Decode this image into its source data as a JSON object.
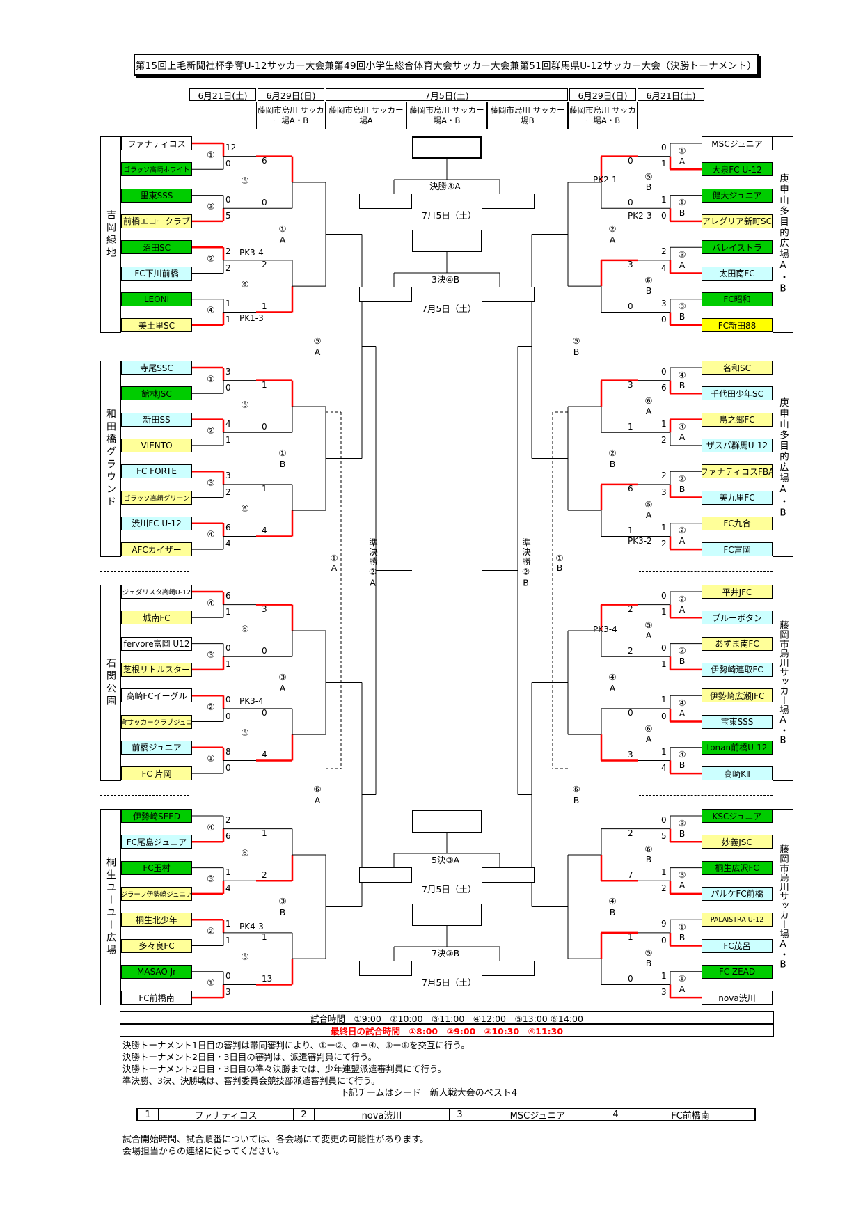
{
  "title": "第15回上毛新聞社杯争奪U-12サッカー大会兼第49回小学生総合体育大会サッカー大会兼第51回群馬県U-12サッカー大会（決勝トーナメント）",
  "dates": {
    "d1l": "6月21日(土)",
    "d2l": "6月29日(日)",
    "d3": "7月5日(土)",
    "d2r": "6月29日(日)",
    "d1r": "6月21日(土)"
  },
  "venues_header": [
    "藤岡市烏川 サッカー場A・B",
    "藤岡市烏川 サッカー場A",
    "藤岡市烏川 サッカー場A・B",
    "藤岡市烏川 サッカー場B",
    "藤岡市烏川 サッカー場A・B"
  ],
  "venue_groups_left": [
    "吉岡緑地",
    "和田橋グラウンド",
    "石関公園",
    "桐生ユーユー広場"
  ],
  "venue_groups_right": [
    "庚申山多目的広場A・B",
    "庚申山多目的広場A・B",
    "藤岡市烏川サッカー場A・B",
    "藤岡市烏川サッカー場A・B"
  ],
  "teams_left": [
    [
      "ファナティコス",
      "ゴラッソ高崎ホワイト",
      "里東SSS",
      "前橋エコークラブ",
      "沼田SC",
      "FC下川前橋",
      "LEONI",
      "美土里SC"
    ],
    [
      "寺尾SSC",
      "館林JSC",
      "新田SS",
      "VIENTO",
      "FC FORTE",
      "ゴラッソ高崎グリーン",
      "渋川FC U-12",
      "AFCカイザー"
    ],
    [
      "ジェダリスタ高崎U-12",
      "城南FC",
      "fervore富岡 U12",
      "芝根リトルスター",
      "高崎FCイーグル",
      "板倉サッカークラブジュニア",
      "前橋ジュニア",
      "FC 片岡"
    ],
    [
      "伊勢崎SEED",
      "FC尾島ジュニア",
      "FC玉村",
      "ジラーフ伊勢崎ジュニア",
      "桐生北少年",
      "多々良FC",
      "MASAO Jr",
      "FC前橋南"
    ]
  ],
  "teams_right": [
    [
      "MSCジュニア",
      "大泉FC U-12",
      "健大ジュニア",
      "アレグリア新町SC",
      "バレイストラ",
      "太田南FC",
      "FC昭和",
      "FC新田88"
    ],
    [
      "名和SC",
      "千代田少年SC",
      "鳥之郷FC",
      "ザスパ群馬U-12",
      "ファナティコスFBA",
      "美九里FC",
      "FC九合",
      "FC富岡"
    ],
    [
      "平井JFC",
      "ブルーボタン",
      "あずま南FC",
      "伊勢崎連取FC",
      "伊勢崎広瀬JFC",
      "宝東SSS",
      "tonan前橋U-12",
      "高崎KⅡ"
    ],
    [
      "KSCジュニア",
      "妙義JSC",
      "桐生広沢FC",
      "パルケFC前橋",
      "PALAISTRA U-12",
      "FC茂呂",
      "FC ZEAD",
      "nova渋川"
    ]
  ],
  "scores_left": [
    {
      "r1": [
        "12",
        "0",
        "0",
        "5",
        "2",
        "2",
        "1",
        "1"
      ],
      "r2": [
        "6",
        "0",
        "2",
        "1"
      ],
      "r3": [
        "",
        ""
      ]
    },
    {
      "r1": [
        "3",
        "0",
        "4",
        "1",
        "3",
        "2",
        "6",
        "4"
      ],
      "r2": [
        "1",
        "0",
        "1",
        "4"
      ],
      "r3": [
        "",
        ""
      ]
    },
    {
      "r1": [
        "6",
        "1",
        "0",
        "1",
        "0",
        "0",
        "8",
        "0"
      ],
      "r2": [
        "3",
        "0",
        "0",
        "4"
      ],
      "r3": [
        "",
        ""
      ]
    },
    {
      "r1": [
        "2",
        "6",
        "1",
        "4",
        "1",
        "1",
        "0",
        "3"
      ],
      "r2": [
        "1",
        "2",
        "1",
        "13"
      ],
      "r3": [
        "",
        ""
      ]
    }
  ],
  "scores_right": [
    {
      "r1": [
        "0",
        "1",
        "1",
        "0",
        "2",
        "4",
        "3",
        "0"
      ],
      "r2": [
        "0",
        "0",
        "3",
        "0"
      ]
    },
    {
      "r1": [
        "0",
        "6",
        "1",
        "2",
        "2",
        "3",
        "1",
        "2"
      ],
      "r2": [
        "3",
        "1",
        "6",
        "1"
      ]
    },
    {
      "r1": [
        "0",
        "1",
        "0",
        "1",
        "1",
        "0",
        "1",
        "4"
      ],
      "r2": [
        "2",
        "2",
        "0",
        "3"
      ]
    },
    {
      "r1": [
        "0",
        "5",
        "1",
        "2",
        "9",
        "0",
        "1",
        "3"
      ],
      "r2": [
        "2",
        "7",
        "1",
        "0"
      ]
    }
  ],
  "pk_notes": {
    "l1": "PK3-4",
    "l2": "PK1-3",
    "l3": "PK3-4",
    "l4": "PK4-3",
    "r1a": "PK2-1",
    "r1b": "PK2-3",
    "r2": "PK3-2",
    "r3": "PK3-4"
  },
  "match_labels_left": {
    "r1": [
      [
        "①",
        "③",
        "②",
        "④"
      ],
      [
        "①",
        "②",
        "③",
        "④"
      ],
      [
        "④",
        "③",
        "②",
        "①"
      ],
      [
        "④",
        "③",
        "②",
        "①"
      ]
    ],
    "r2": [
      [
        "⑤",
        "⑥"
      ],
      [
        "⑤",
        "⑥"
      ],
      [
        "⑥",
        "⑤"
      ],
      [
        "⑥",
        "⑤"
      ]
    ],
    "r3": [
      [
        "①",
        "A"
      ],
      [
        "①",
        "B"
      ],
      [
        "③",
        "A"
      ],
      [
        "③",
        "B"
      ]
    ],
    "r4": [
      [
        "⑤",
        "A"
      ],
      [
        "⑥",
        "A"
      ]
    ]
  },
  "match_labels_right": {
    "r1": [
      [
        "①A",
        "①B",
        "③A",
        "③B"
      ],
      [
        "④B",
        "④A",
        "②B",
        "②A"
      ],
      [
        "②A",
        "②B",
        "④A",
        "④B"
      ],
      [
        "③B",
        "③A",
        "①B",
        "①A"
      ]
    ],
    "r2": [
      [
        "⑤B",
        "⑥B"
      ],
      [
        "⑥A",
        "⑤A"
      ],
      [
        "⑤A",
        "⑥A"
      ],
      [
        "⑥B",
        "⑤B"
      ]
    ],
    "r3": [
      [
        "②",
        "A"
      ],
      [
        "②",
        "B"
      ],
      [
        "④",
        "A"
      ],
      [
        "④",
        "B"
      ]
    ],
    "r4": [
      [
        "⑤",
        "B"
      ],
      [
        "⑥",
        "B"
      ]
    ]
  },
  "semis": {
    "left": [
      "①",
      "A"
    ],
    "left_center": "準決勝②A",
    "right": [
      "①",
      "B"
    ],
    "right_center": "準決勝②B"
  },
  "finals": [
    {
      "label": "決勝④A",
      "date": "7月5日（土）"
    },
    {
      "label": "3決④B",
      "date": "7月5日（土）"
    },
    {
      "label": "5決③A",
      "date": "7月5日（土）"
    },
    {
      "label": "7決③B",
      "date": "7月5日（土）"
    }
  ],
  "times": "試合時間　①9:00　②10:00　③11:00　④12:00　⑤13:00 ⑥14:00",
  "last_day_times": "最終日の試合時間　①8:00　②9:00　③10:30　④11:30",
  "notes": [
    "決勝トーナメント1日目の審判は帯同審判により、①ー②、③ー④、⑤ー⑥を交互に行う。",
    "決勝トーナメント2日目・3日目の審判は、派遣審判員にて行う。",
    "決勝トーナメント2日目・3日目の準々決勝までは、少年連盟派遣審判員にて行う。",
    "準決勝、3決、決勝戦は、審判委員会競技部派遣審判員にて行う。"
  ],
  "seed_title": "下記チームはシード　新人戦大会のベスト4",
  "seeds": [
    [
      "1",
      "ファナティコス"
    ],
    [
      "2",
      "nova渋川"
    ],
    [
      "3",
      "MSCジュニア"
    ],
    [
      "4",
      "FC前橋南"
    ]
  ],
  "footer": [
    "試合開始時間、試合順番については、各会場にて変更の可能性があります。",
    "会場担当からの連絡に従ってください。"
  ],
  "colors": {
    "win": "#ff0000",
    "line": "#000000",
    "green": "#00cc00",
    "yellow": "#ffff99",
    "cyan": "#ccffff"
  }
}
